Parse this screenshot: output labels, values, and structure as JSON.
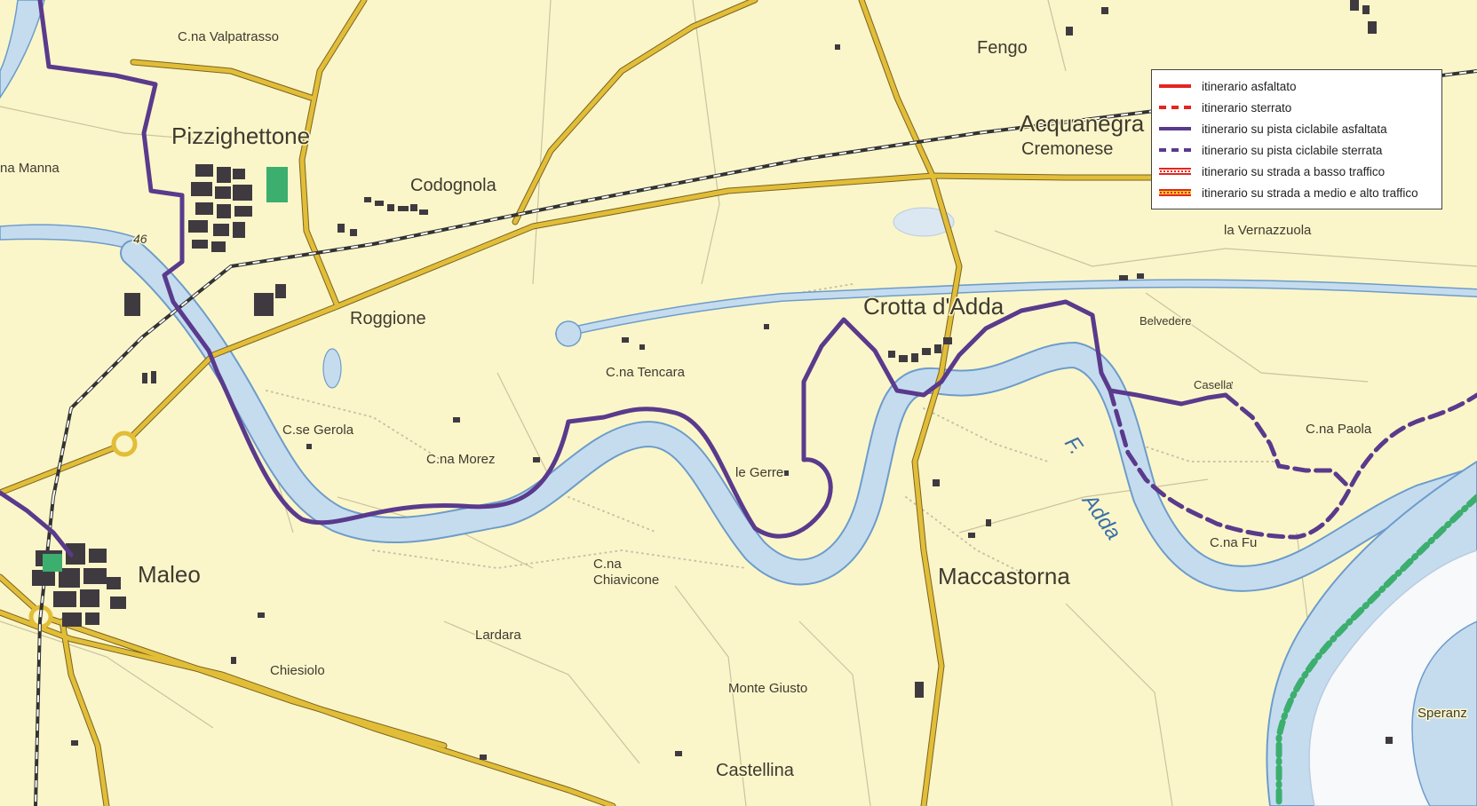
{
  "map": {
    "places": [
      {
        "id": "pizzighettone",
        "name": "Pizzighettone",
        "size": "large"
      },
      {
        "id": "maleo",
        "name": "Maleo",
        "size": "large"
      },
      {
        "id": "crotta-d-adda",
        "name": "Crotta d'Adda",
        "size": "large"
      },
      {
        "id": "maccastorna",
        "name": "Maccastorna",
        "size": "large"
      },
      {
        "id": "acquanegra",
        "name": "Acquanegra",
        "size": "large"
      },
      {
        "id": "cremonese",
        "name": "Cremonese",
        "size": "medium"
      },
      {
        "id": "fengo",
        "name": "Fengo",
        "size": "medium"
      },
      {
        "id": "codognola",
        "name": "Codognola",
        "size": "medium"
      },
      {
        "id": "roggione",
        "name": "Roggione",
        "size": "medium"
      },
      {
        "id": "castellina",
        "name": "Castellina",
        "size": "medium"
      },
      {
        "id": "cna-valpatrasso",
        "name": "C.na Valpatrasso",
        "size": "small"
      },
      {
        "id": "na-manna",
        "name": "na Manna",
        "size": "small"
      },
      {
        "id": "cse-gerola",
        "name": "C.se Gerola",
        "size": "small"
      },
      {
        "id": "cna-morez",
        "name": "C.na Morez",
        "size": "small"
      },
      {
        "id": "cna-tencara",
        "name": "C.na Tencara",
        "size": "small"
      },
      {
        "id": "le-gerre",
        "name": "le Gerre",
        "size": "small"
      },
      {
        "id": "cna-chiavicone-1",
        "name": "C.na",
        "size": "small"
      },
      {
        "id": "cna-chiavicone-2",
        "name": "Chiavicone",
        "size": "small"
      },
      {
        "id": "lardara",
        "name": "Lardara",
        "size": "small"
      },
      {
        "id": "chiesiolo",
        "name": "Chiesiolo",
        "size": "small"
      },
      {
        "id": "monte-giusto",
        "name": "Monte Giusto",
        "size": "small"
      },
      {
        "id": "la-vernazzuola",
        "name": "la Vernazzuola",
        "size": "small"
      },
      {
        "id": "belvedere",
        "name": "Belvedere",
        "size": "xsmall"
      },
      {
        "id": "casella",
        "name": "Casella",
        "size": "xsmall"
      },
      {
        "id": "cna-paola",
        "name": "C.na Paola",
        "size": "small"
      },
      {
        "id": "cna-fu",
        "name": "C.na Fu",
        "size": "small"
      },
      {
        "id": "speranza",
        "name": "Speranz",
        "size": "small"
      }
    ],
    "road_number": "46",
    "river_labels": {
      "f": "F.",
      "adda": "Adda"
    },
    "colors": {
      "background": "#fbf6c9",
      "water": "#c5dcef",
      "water_edge": "#6d9cca",
      "main_road": "#e2bd38",
      "route": "#5a3a8c",
      "green_route": "#3cae6e",
      "urban": "#3f3a40"
    }
  },
  "legend": {
    "items": [
      {
        "label": "itinerario asfaltato",
        "style": "solid",
        "color": "#e52521"
      },
      {
        "label": "itinerario sterrato",
        "style": "dashed",
        "color": "#e52521"
      },
      {
        "label": "itinerario su pista ciclabile asfaltata",
        "style": "solid",
        "color": "#5a3a8c"
      },
      {
        "label": "itinerario su pista ciclabile sterrata",
        "style": "dashed",
        "color": "#5a3a8c"
      },
      {
        "label": "itinerario su strada a basso traffico",
        "style": "dotted-bar",
        "color": "#e52521",
        "fill": "#ffffff"
      },
      {
        "label": "itinerario su strada a medio e alto traffico",
        "style": "dotted-bar",
        "color": "#e52521",
        "fill": "#f2cf1f"
      }
    ]
  }
}
